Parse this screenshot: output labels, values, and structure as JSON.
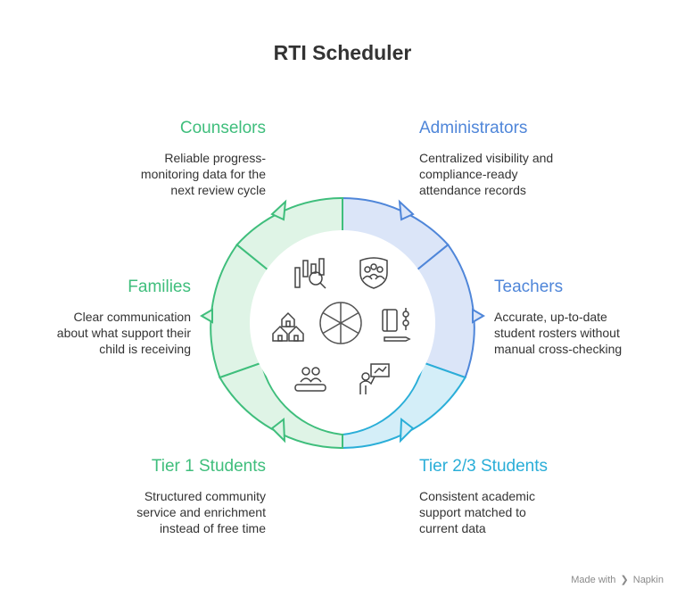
{
  "title": "RTI Scheduler",
  "colors": {
    "green": "#3fbe7c",
    "green_fill": "#dff4e6",
    "blue": "#4f86d9",
    "blue_fill": "#dbe5f8",
    "cyan": "#2aaed8",
    "cyan_fill": "#d4eef8",
    "icon": "#444444"
  },
  "segments": {
    "counselors": {
      "label": "Counselors",
      "description": "Reliable progress-\nmonitoring data for the\nnext review cycle",
      "icon": "chart-magnifier-icon"
    },
    "administrators": {
      "label": "Administrators",
      "description": "Centralized visibility and\ncompliance-ready\nattendance records",
      "icon": "people-shield-icon"
    },
    "families": {
      "label": "Families",
      "description": "Clear communication\nabout what support their\nchild is receiving",
      "icon": "houses-icon"
    },
    "teachers": {
      "label": "Teachers",
      "description": "Accurate, up-to-date\nstudent rosters without\nmanual cross-checking",
      "icon": "notebook-pencil-icon"
    },
    "tier1": {
      "label": "Tier 1 Students",
      "description": "Structured community\nservice and enrichment\ninstead of free time",
      "icon": "group-icon"
    },
    "tier23": {
      "label": "Tier 2/3 Students",
      "description": "Consistent academic\nsupport matched to\ncurrent data",
      "icon": "presenter-board-icon"
    }
  },
  "footer": {
    "made_with": "Made with",
    "brand": "Napkin"
  }
}
